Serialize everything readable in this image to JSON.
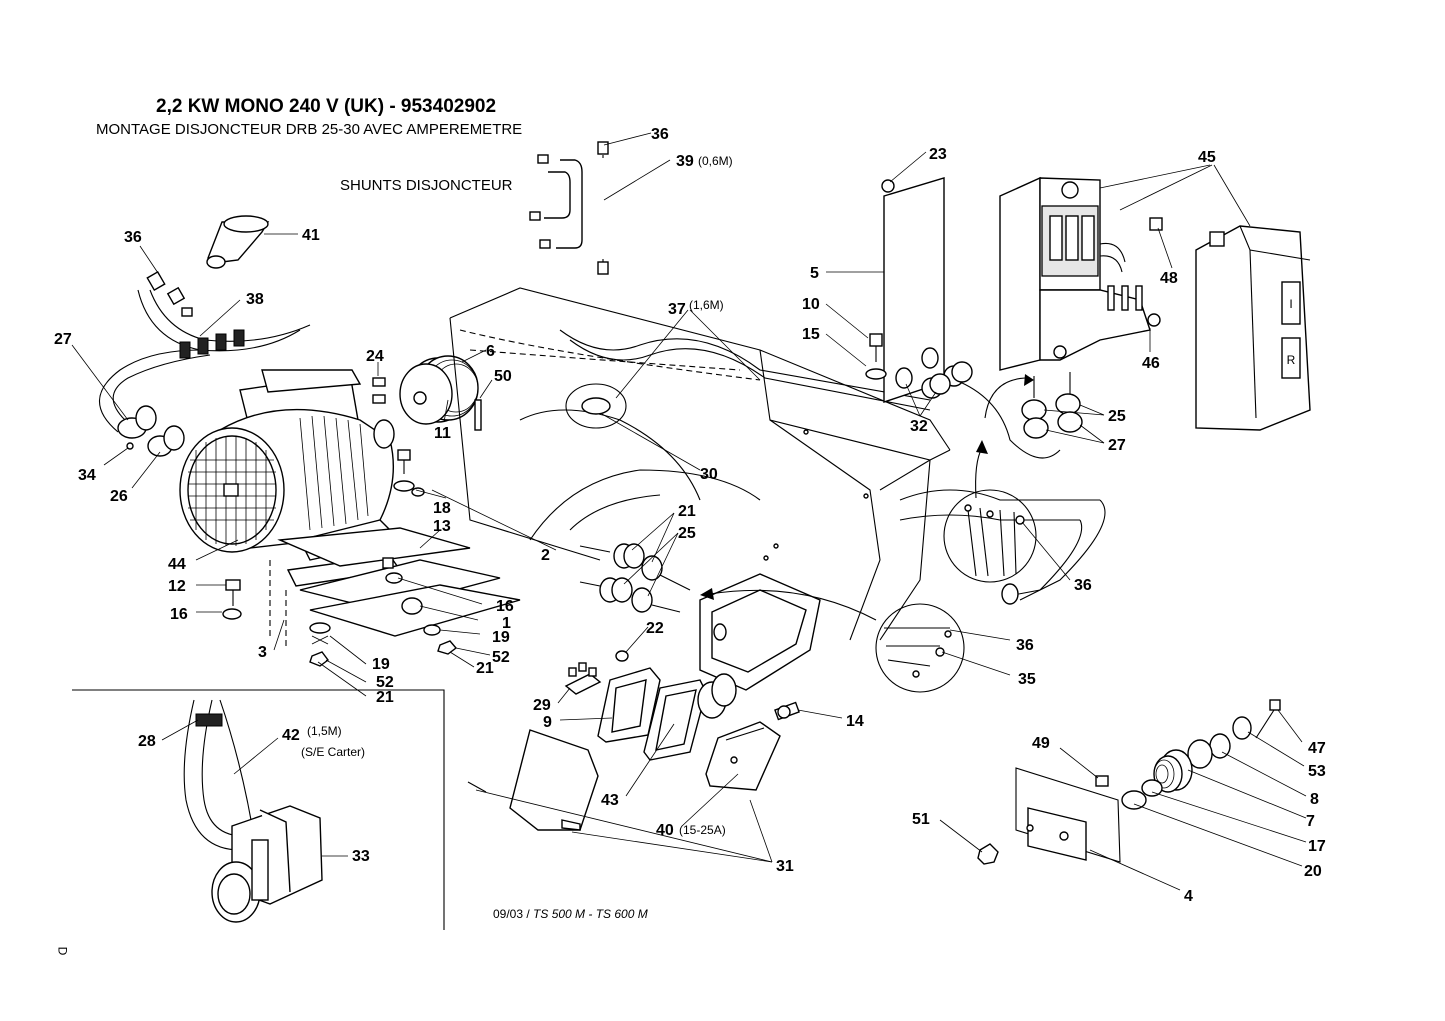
{
  "header": {
    "title": "2,2 KW MONO 240 V (UK) - 953402902",
    "subtitle": "MONTAGE DISJONCTEUR DRB 25-30 AVEC AMPEREMETRE"
  },
  "shunts_caption": "SHUNTS DISJONCTEUR",
  "footer": {
    "date": "09/03 / ",
    "models": "TS 500 M - TS 600 M"
  },
  "edge_mark": "D",
  "switch_box_labels": {
    "on": "I",
    "reset": "R"
  },
  "callouts": [
    {
      "id": "c36a",
      "text": "36"
    },
    {
      "id": "c39",
      "text": "39",
      "note": "(0,6M)"
    },
    {
      "id": "c23",
      "text": "23"
    },
    {
      "id": "c45",
      "text": "45"
    },
    {
      "id": "c41",
      "text": "41"
    },
    {
      "id": "c36b",
      "text": "36"
    },
    {
      "id": "c38",
      "text": "38"
    },
    {
      "id": "c27a",
      "text": "27"
    },
    {
      "id": "c5",
      "text": "5"
    },
    {
      "id": "c48",
      "text": "48"
    },
    {
      "id": "c37",
      "text": "37",
      "note": "(1,6M)"
    },
    {
      "id": "c10",
      "text": "10"
    },
    {
      "id": "c15",
      "text": "15"
    },
    {
      "id": "c24",
      "text": "24"
    },
    {
      "id": "c6",
      "text": "6"
    },
    {
      "id": "c50",
      "text": "50"
    },
    {
      "id": "c46",
      "text": "46"
    },
    {
      "id": "c11",
      "text": "11"
    },
    {
      "id": "c25a",
      "text": "25"
    },
    {
      "id": "c32",
      "text": "32"
    },
    {
      "id": "c27b",
      "text": "27"
    },
    {
      "id": "c34",
      "text": "34"
    },
    {
      "id": "c26",
      "text": "26"
    },
    {
      "id": "c30",
      "text": "30"
    },
    {
      "id": "c18",
      "text": "18"
    },
    {
      "id": "c13",
      "text": "13"
    },
    {
      "id": "c21a",
      "text": "21"
    },
    {
      "id": "c25b",
      "text": "25"
    },
    {
      "id": "c44",
      "text": "44"
    },
    {
      "id": "c2",
      "text": "2"
    },
    {
      "id": "c36c",
      "text": "36"
    },
    {
      "id": "c12",
      "text": "12"
    },
    {
      "id": "c16a",
      "text": "16"
    },
    {
      "id": "c16b",
      "text": "16"
    },
    {
      "id": "c1",
      "text": "1"
    },
    {
      "id": "c19a",
      "text": "19"
    },
    {
      "id": "c22",
      "text": "22"
    },
    {
      "id": "c36d",
      "text": "36"
    },
    {
      "id": "c3",
      "text": "3"
    },
    {
      "id": "c19b",
      "text": "19"
    },
    {
      "id": "c52a",
      "text": "52"
    },
    {
      "id": "c52b",
      "text": "52"
    },
    {
      "id": "c21b",
      "text": "21"
    },
    {
      "id": "c21c",
      "text": "21"
    },
    {
      "id": "c35",
      "text": "35"
    },
    {
      "id": "c29",
      "text": "29"
    },
    {
      "id": "c9",
      "text": "9"
    },
    {
      "id": "c14",
      "text": "14"
    },
    {
      "id": "c28",
      "text": "28"
    },
    {
      "id": "c42",
      "text": "42",
      "note": "(1,5M)",
      "note2": "(S/E Carter)"
    },
    {
      "id": "c49",
      "text": "49"
    },
    {
      "id": "c47",
      "text": "47"
    },
    {
      "id": "c53",
      "text": "53"
    },
    {
      "id": "c43",
      "text": "43"
    },
    {
      "id": "c8",
      "text": "8"
    },
    {
      "id": "c51",
      "text": "51"
    },
    {
      "id": "c7",
      "text": "7"
    },
    {
      "id": "c40",
      "text": "40",
      "note": "(15-25A)"
    },
    {
      "id": "c17",
      "text": "17"
    },
    {
      "id": "c33",
      "text": "33"
    },
    {
      "id": "c31",
      "text": "31"
    },
    {
      "id": "c20",
      "text": "20"
    },
    {
      "id": "c4",
      "text": "4"
    }
  ]
}
